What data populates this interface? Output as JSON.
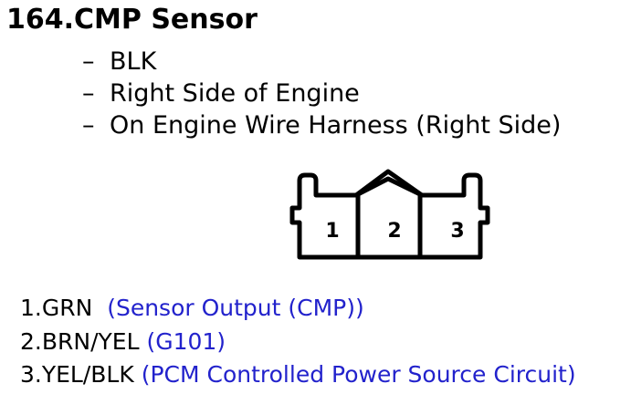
{
  "title": "164.CMP Sensor",
  "bullets": [
    "BLK",
    "Right Side of Engine",
    "On Engine Wire Harness (Right Side)"
  ],
  "connector": {
    "pins": [
      "1",
      "2",
      "3"
    ]
  },
  "pin_list": [
    {
      "label": "1.GRN",
      "desc": "(Sensor Output (CMP))"
    },
    {
      "label": "2.BRN/YEL",
      "desc": "(G101)"
    },
    {
      "label": "3.YEL/BLK",
      "desc": "(PCM Controlled Power Source Circuit)"
    }
  ],
  "colors": {
    "text": "#000000",
    "description": "#2222cc",
    "background": "#ffffff"
  }
}
